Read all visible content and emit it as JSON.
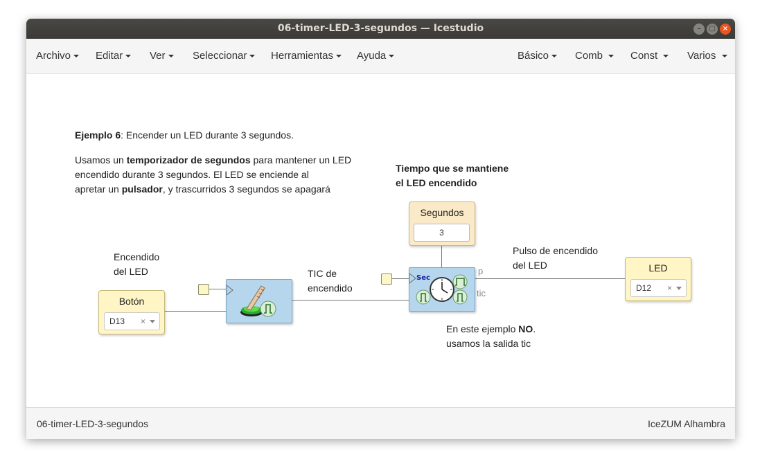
{
  "window": {
    "title": "06-timer-LED-3-segundos — Icestudio"
  },
  "menu_left": [
    {
      "label": "Archivo"
    },
    {
      "label": "Editar"
    },
    {
      "label": "Ver"
    },
    {
      "label": "Seleccionar"
    },
    {
      "label": "Herramientas"
    },
    {
      "label": "Ayuda"
    }
  ],
  "menu_right": [
    {
      "label": "Básico"
    },
    {
      "label": "Comb"
    },
    {
      "label": "Const"
    },
    {
      "label": "Varios"
    }
  ],
  "canvas": {
    "example_title_bold": "Ejemplo 6",
    "example_title_rest": ": Encender un LED durante 3 segundos.",
    "desc_1a": "Usamos un ",
    "desc_1b": "temporizador de segundos",
    "desc_1c": " para mantener un LED",
    "desc_2": "encendido durante 3 segundos. El LED se enciende al",
    "desc_3a": "apretar un ",
    "desc_3b": "pulsador",
    "desc_3c": ", y trascurridos 3 segundos se apagará",
    "time_note_1": "Tiempo que se mantiene",
    "time_note_2": "el LED encendido",
    "encendido_1": "Encendido",
    "encendido_2": "del LED",
    "tic_1": "TIC de",
    "tic_2": "encendido",
    "pulso_1": "Pulso de encendido",
    "pulso_2": "del LED",
    "note_a": "En este ejemplo ",
    "note_b": "NO",
    "note_c": ".",
    "note_2": "usamos la salida tic",
    "boton": {
      "label": "Botón",
      "value": "D13",
      "clear": "×"
    },
    "led": {
      "label": "LED",
      "value": "D12",
      "clear": "×"
    },
    "segundos": {
      "label": "Segundos",
      "value": "3"
    },
    "timer": {
      "label": "Sec",
      "port_p": "p",
      "port_tic": "tic"
    }
  },
  "status": {
    "left": "06-timer-LED-3-segundos",
    "right": "IceZUM Alhambra"
  },
  "colors": {
    "close_button": "#e95420",
    "io_block": "#fff5c5",
    "const_block": "#faeac8",
    "module_block": "#b5d6ec"
  }
}
